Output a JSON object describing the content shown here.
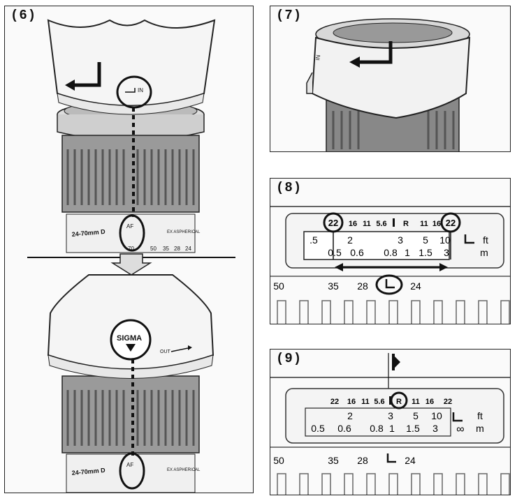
{
  "panels": {
    "p6": {
      "label": "(6)"
    },
    "p7": {
      "label": "(7)"
    },
    "p8": {
      "label": "(8)"
    },
    "p9": {
      "label": "(9)"
    }
  },
  "hood": {
    "in_mark": "IN",
    "out_mark": "OUT",
    "brand": "SIGMA",
    "lens_model": "24-70mm D",
    "lens_series": "EX ASPHERICAL",
    "af_mark": "AF",
    "focal_marks": [
      "70",
      "50",
      "35",
      "28",
      "24"
    ]
  },
  "aperture_scale": {
    "p8": [
      "22",
      "16",
      "11",
      "5.6",
      "R",
      "11",
      "16",
      "22"
    ],
    "p9": [
      "22",
      "16",
      "11",
      "5.6",
      "R",
      "11",
      "16",
      "22"
    ]
  },
  "distance_ft": {
    "p8": [
      ".5",
      "2",
      "3",
      "5",
      "10"
    ],
    "p9": [
      "2",
      "3",
      "5",
      "10"
    ]
  },
  "distance_m": {
    "p8": [
      "0.5",
      "0.6",
      "0.8",
      "1",
      "1.5",
      "3"
    ],
    "p9": [
      "0.5",
      "0.6",
      "0.8",
      "1",
      "1.5",
      "3"
    ]
  },
  "units": {
    "ft": "ft",
    "m": "m",
    "inf": "∞"
  },
  "focal_scale": {
    "p8": [
      "50",
      "35",
      "28",
      "24"
    ],
    "p9": [
      "50",
      "35",
      "28",
      "24"
    ]
  }
}
